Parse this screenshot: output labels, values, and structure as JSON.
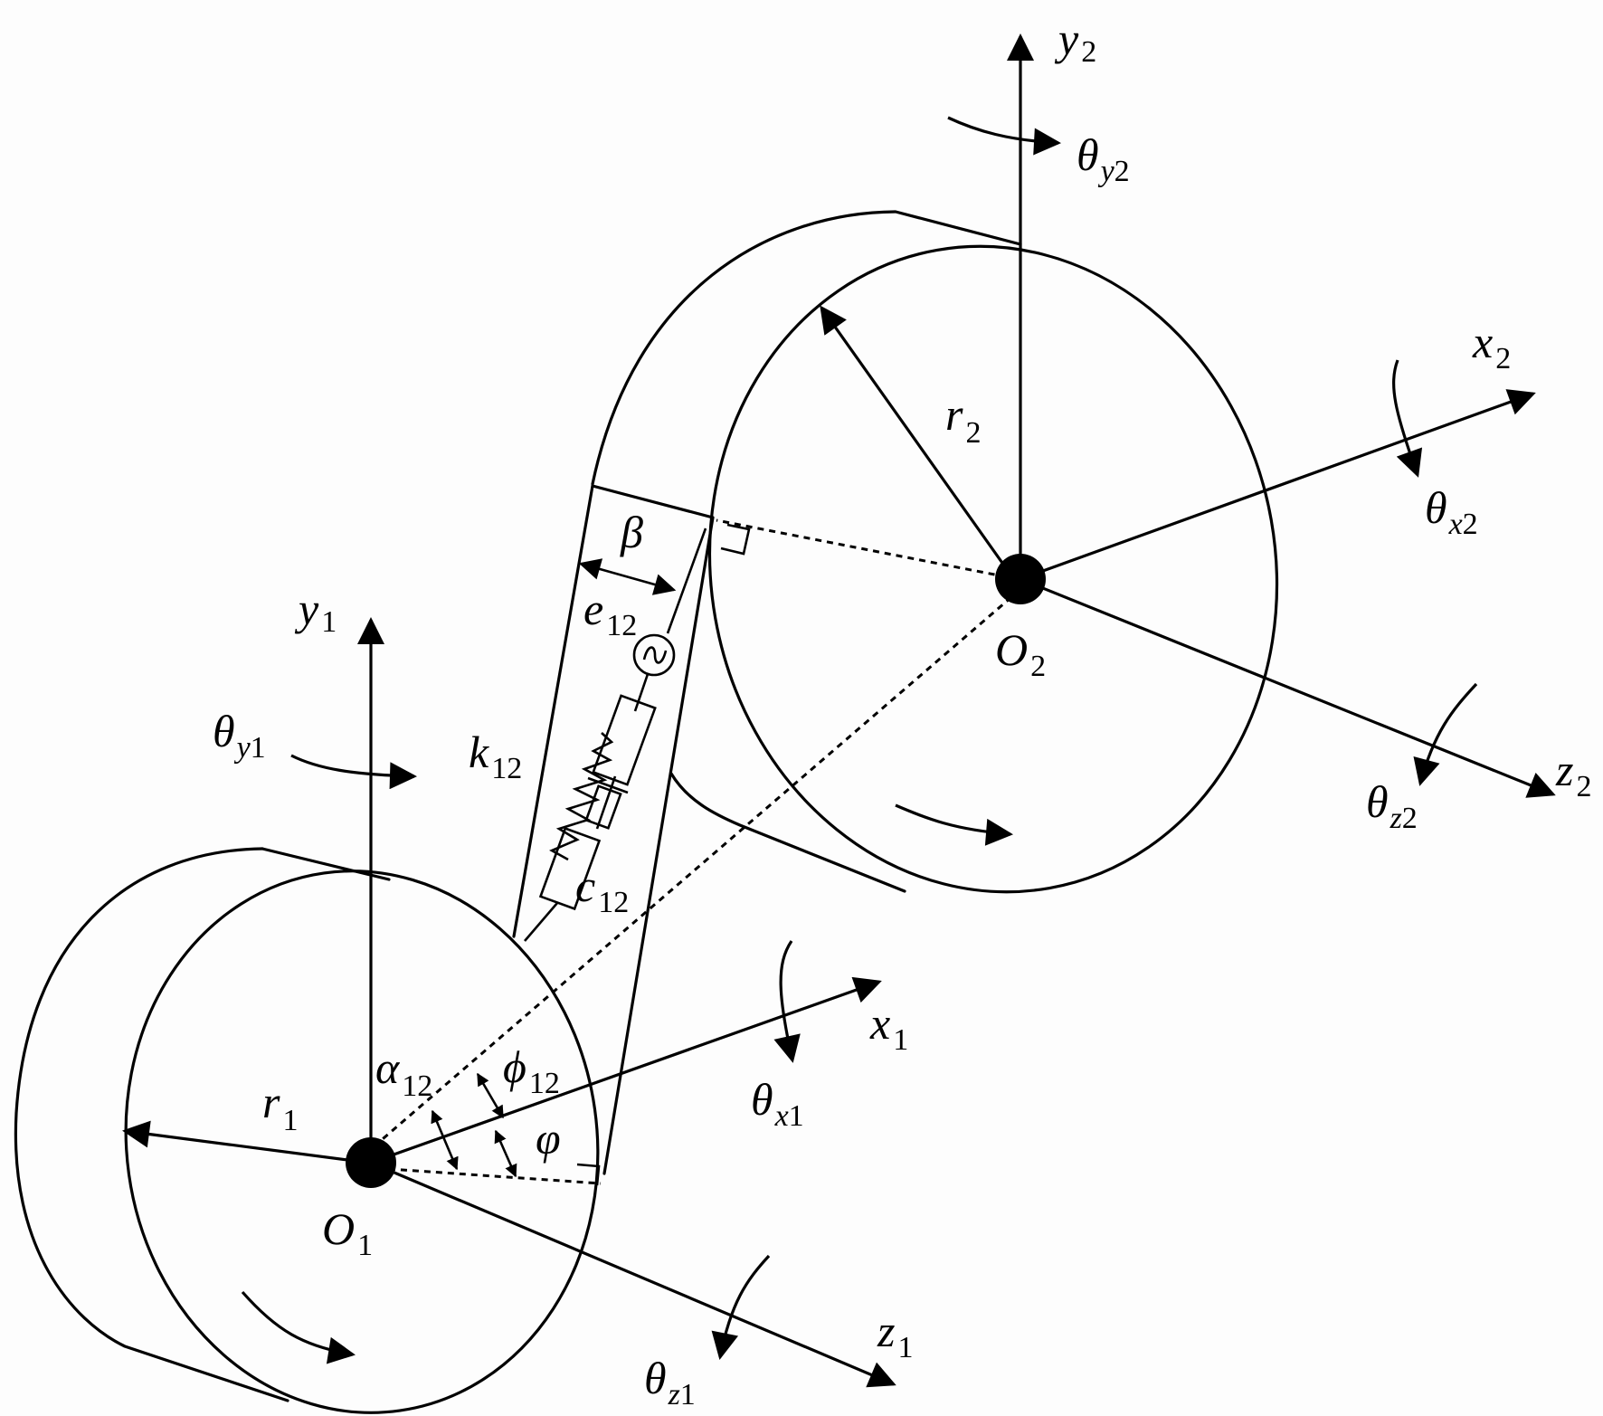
{
  "labels": {
    "y2": {
      "main": "y",
      "sub": "2"
    },
    "theta_y2": {
      "main": "θ",
      "sub_italic": "y",
      "sub": "2"
    },
    "x2": {
      "main": "x",
      "sub": "2"
    },
    "r2": {
      "main": "r",
      "sub": "2"
    },
    "theta_x2": {
      "main": "θ",
      "sub_italic": "x",
      "sub": "2"
    },
    "beta": {
      "main": "β"
    },
    "e12": {
      "main": "e",
      "sub": "12"
    },
    "O2": {
      "main": "O",
      "sub": "2"
    },
    "y1": {
      "main": "y",
      "sub": "1"
    },
    "theta_y1": {
      "main": "θ",
      "sub_italic": "y",
      "sub": "1"
    },
    "k12": {
      "main": "k",
      "sub": "12"
    },
    "theta_z2": {
      "main": "θ",
      "sub_italic": "z",
      "sub": "2"
    },
    "z2": {
      "main": "z",
      "sub": "2"
    },
    "c12": {
      "main": "c",
      "sub": "12"
    },
    "x1": {
      "main": "x",
      "sub": "1"
    },
    "alpha12": {
      "main": "α",
      "sub": "12"
    },
    "phi12": {
      "main": "ϕ",
      "sub": "12"
    },
    "r1": {
      "main": "r",
      "sub": "1"
    },
    "theta_x1": {
      "main": "θ",
      "sub_italic": "x",
      "sub": "1"
    },
    "varphi": {
      "main": "φ"
    },
    "O1": {
      "main": "O",
      "sub": "1"
    },
    "z1": {
      "main": "z",
      "sub": "1"
    },
    "theta_z1": {
      "main": "θ",
      "sub_italic": "z",
      "sub": "1"
    }
  }
}
